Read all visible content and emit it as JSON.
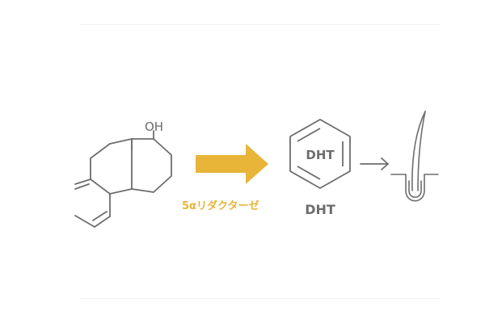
{
  "molecule": {
    "hydroxyl_label": "OH"
  },
  "enzyme_arrow": {
    "label": "5αリダクターゼ",
    "color": "#e8b539"
  },
  "dht": {
    "ring_label": "DHT",
    "caption": "DHT"
  },
  "icons": {
    "result_arrow": "arrow-right-icon",
    "hair_follicle": "hair-follicle-icon"
  },
  "colors": {
    "line": "#6d6d6d",
    "accent": "#e8b539",
    "divider": "#f1f1f1"
  }
}
